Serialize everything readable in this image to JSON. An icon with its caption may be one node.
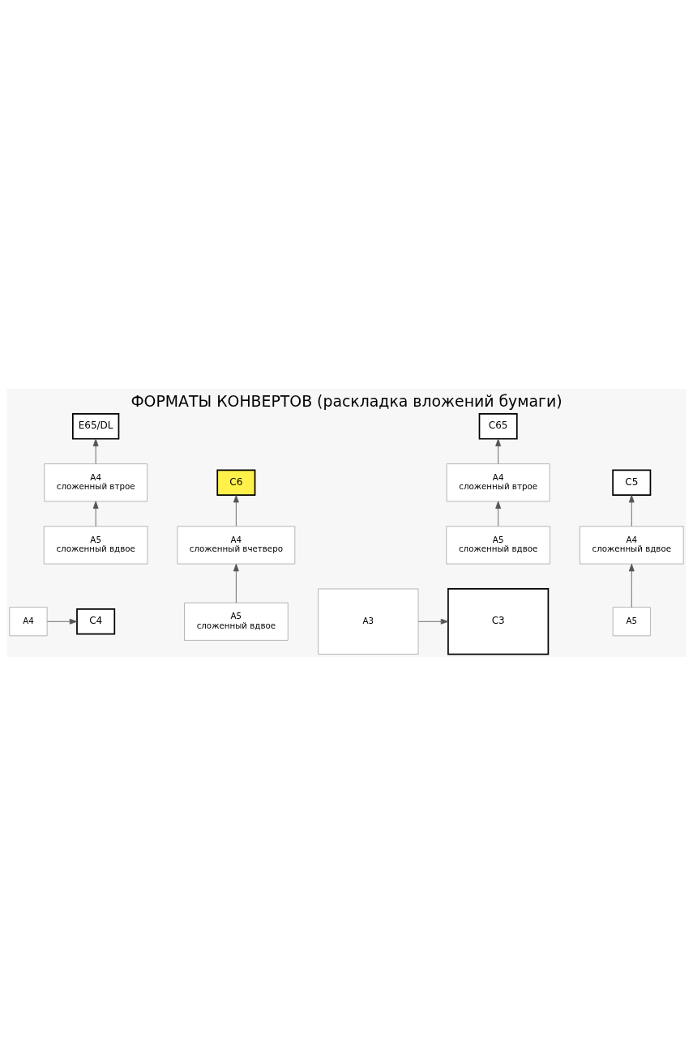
{
  "diagram": {
    "title": "ФОРМАТЫ КОНВЕРТОВ (раскладка вложений бумаги)",
    "nodes": [
      {
        "text": [
          "E65/DL"
        ]
      },
      {
        "text": [
          "A4",
          "сложенный втрое"
        ]
      },
      {
        "text": [
          "A5",
          "сложенный вдвое"
        ]
      },
      {
        "text": [
          "C6"
        ]
      },
      {
        "text": [
          "A4",
          "сложенный вчетверо"
        ]
      },
      {
        "text": [
          "A5",
          "сложенный вдвое"
        ]
      },
      {
        "text": [
          "C65"
        ]
      },
      {
        "text": [
          "A4",
          "сложенный втрое"
        ]
      },
      {
        "text": [
          "A5",
          "сложенный вдвое"
        ]
      },
      {
        "text": [
          "C5"
        ]
      },
      {
        "text": [
          "A4",
          "сложенный вдвое"
        ]
      },
      {
        "text": [
          "A5"
        ]
      },
      {
        "text": [
          "C4"
        ]
      },
      {
        "text": [
          "A4"
        ]
      },
      {
        "text": [
          "C3"
        ]
      },
      {
        "text": [
          "A3"
        ]
      }
    ],
    "edges": [
      {
        "from": 2,
        "to": 1,
        "arrow": "to"
      },
      {
        "from": 1,
        "to": 0,
        "arrow": "to"
      },
      {
        "from": 5,
        "to": 4,
        "arrow": "to"
      },
      {
        "from": 4,
        "to": 3,
        "arrow": "to"
      },
      {
        "from": 8,
        "to": 7,
        "arrow": "to"
      },
      {
        "from": 7,
        "to": 6,
        "arrow": "to"
      },
      {
        "from": 11,
        "to": 10,
        "arrow": "to"
      },
      {
        "from": 10,
        "to": 9,
        "arrow": "to"
      },
      {
        "from": 13,
        "to": 12,
        "arrow": "to"
      },
      {
        "from": 15,
        "to": 14,
        "arrow": "to"
      }
    ]
  }
}
